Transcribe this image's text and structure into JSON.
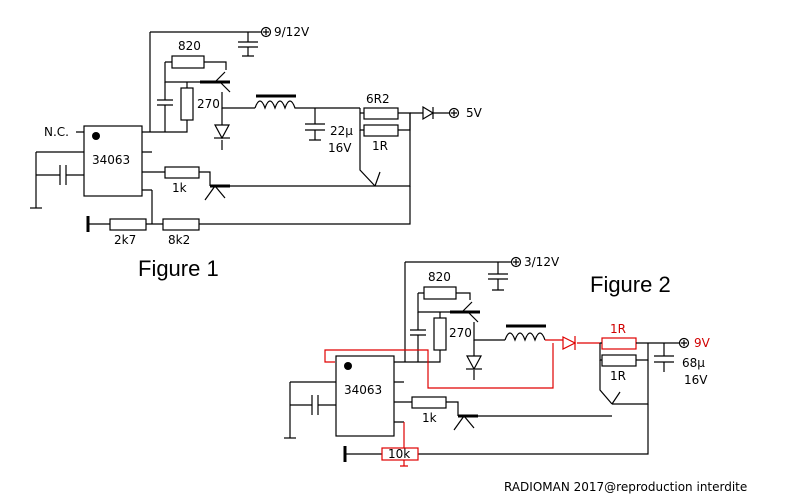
{
  "figure1": {
    "title": "Figure 1",
    "supply": "9/12V",
    "output": "5V",
    "ic": "34063",
    "nc": "N.C.",
    "r_base": "820",
    "r_270": "270",
    "r_6r2": "6R2",
    "r_1r": "1R",
    "cap": "22µ",
    "cap_v": "16V",
    "r_1k": "1k",
    "r_2k7": "2k7",
    "r_8k2": "8k2"
  },
  "figure2": {
    "title": "Figure 2",
    "supply": "3/12V",
    "output": "9V",
    "ic": "34063",
    "r_base": "820",
    "r_270": "270",
    "r_1r_top": "1R",
    "r_1r_bottom": "1R",
    "cap": "68µ",
    "cap_v": "16V",
    "r_1k": "1k",
    "r_10k": "10k"
  },
  "footer": "RADIOMAN 2017@reproduction interdite",
  "colors": {
    "wire": "#000000",
    "modified": "#e00000"
  }
}
